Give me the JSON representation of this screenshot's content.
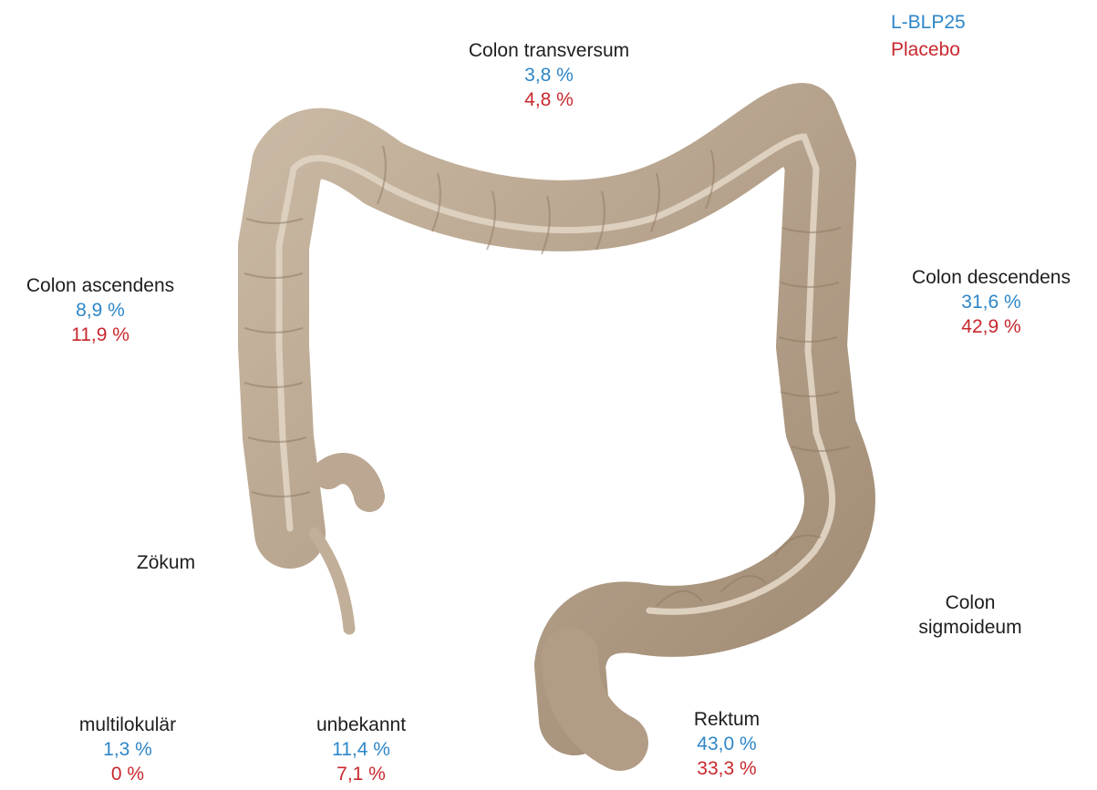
{
  "colors": {
    "l_blp25": "#2e86c8",
    "placebo": "#c8282e",
    "colon": "#b7a38d"
  },
  "legend": {
    "item1": "L-BLP25",
    "item2": "Placebo"
  },
  "regions": {
    "transversum": {
      "name": "Colon transversum",
      "v1": "3,8 %",
      "v2": "4,8 %"
    },
    "ascendens": {
      "name": "Colon ascendens",
      "v1": "8,9 %",
      "v2": "11,9 %"
    },
    "descendens": {
      "name": "Colon descendens",
      "v1": "31,6 %",
      "v2": "42,9 %"
    },
    "zoekum": {
      "name": "Zökum"
    },
    "sigmoideum": {
      "name1": "Colon",
      "name2": "sigmoideum"
    },
    "multilokulaer": {
      "name": "multilokulär",
      "v1": "1,3 %",
      "v2": "0 %"
    },
    "unbekannt": {
      "name": "unbekannt",
      "v1": "11,4 %",
      "v2": "7,1 %"
    },
    "rektum": {
      "name": "Rektum",
      "v1": "43,0 %",
      "v2": "33,3 %"
    }
  }
}
